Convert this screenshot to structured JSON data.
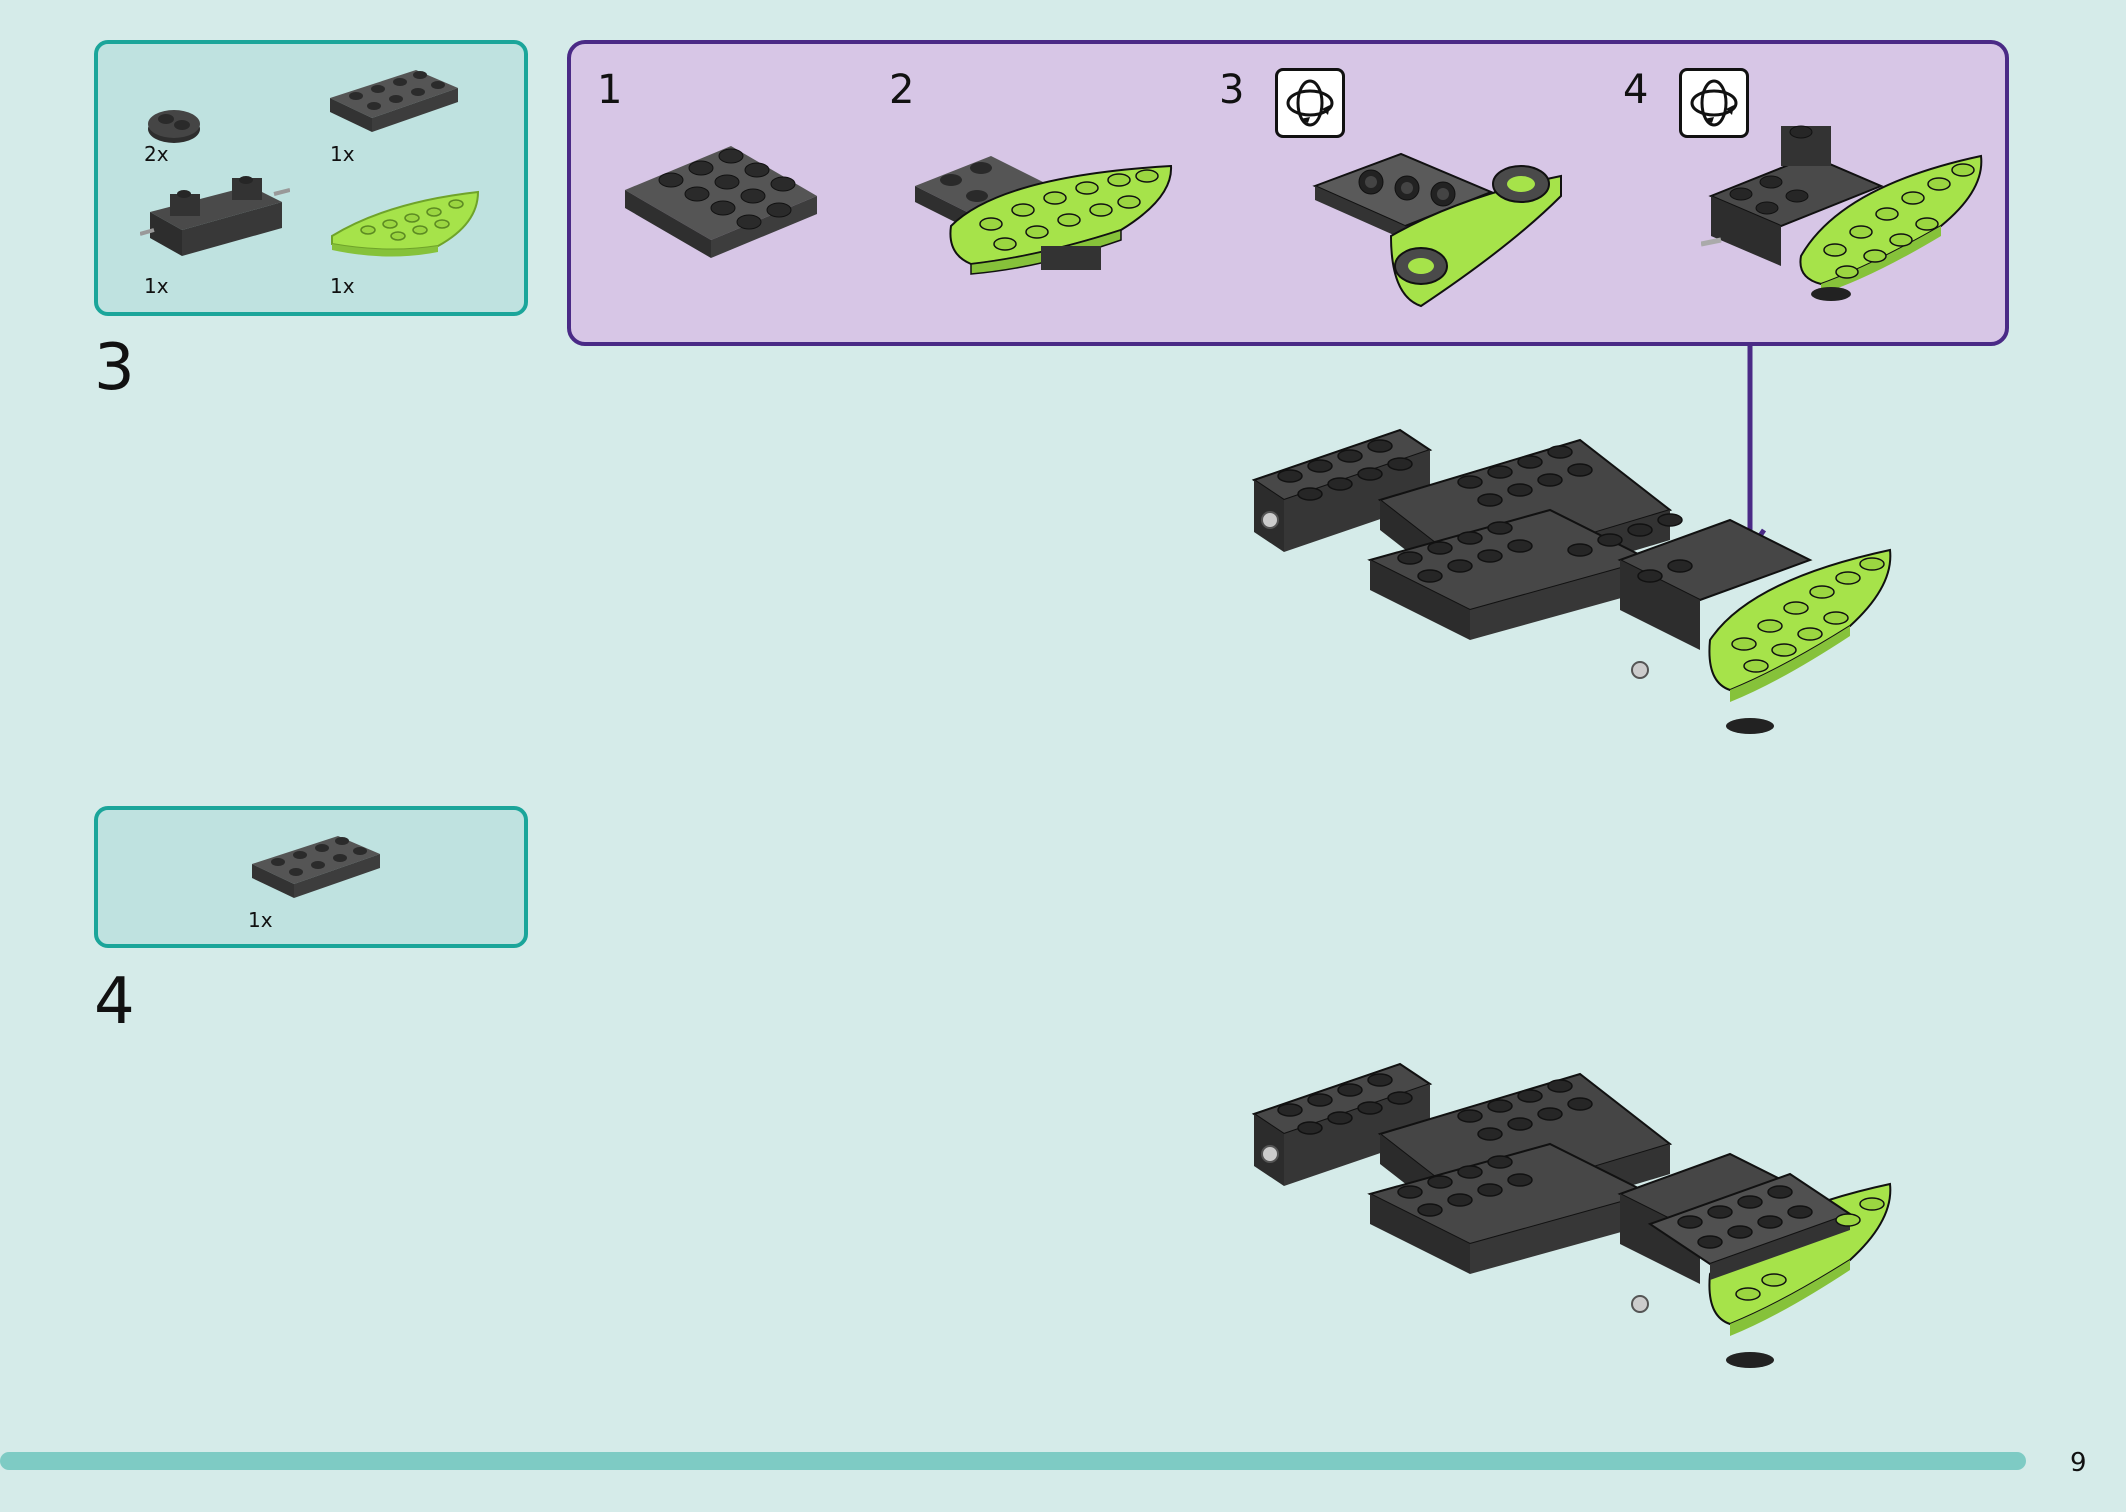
{
  "colors": {
    "page_bg": "#d5ebe9",
    "parts_bg": "#bfe2e0",
    "parts_border": "#1ba59a",
    "subassembly_bg": "#d7c6e6",
    "subassembly_border": "#4a2a86",
    "brick_dark": "#3a3a3a",
    "brick_lime": "#a6e34a",
    "footer_bar": "#7ecbc4"
  },
  "step3": {
    "number": "3",
    "parts": [
      {
        "name": "round-plate-1x2",
        "qty": "2x"
      },
      {
        "name": "plate-2x4",
        "qty": "1x"
      },
      {
        "name": "wheel-axle-holder-brick",
        "qty": "1x"
      },
      {
        "name": "curved-wedge-plate-lime",
        "qty": "1x"
      }
    ],
    "substeps": [
      {
        "number": "1",
        "rotate": false
      },
      {
        "number": "2",
        "rotate": false
      },
      {
        "number": "3",
        "rotate": true,
        "icon": "rotate-model-icon"
      },
      {
        "number": "4",
        "rotate": true,
        "icon": "rotate-model-icon"
      }
    ]
  },
  "step4": {
    "number": "4",
    "parts": [
      {
        "name": "plate-2x4",
        "qty": "1x"
      }
    ]
  },
  "footer": {
    "page_number": "9"
  }
}
